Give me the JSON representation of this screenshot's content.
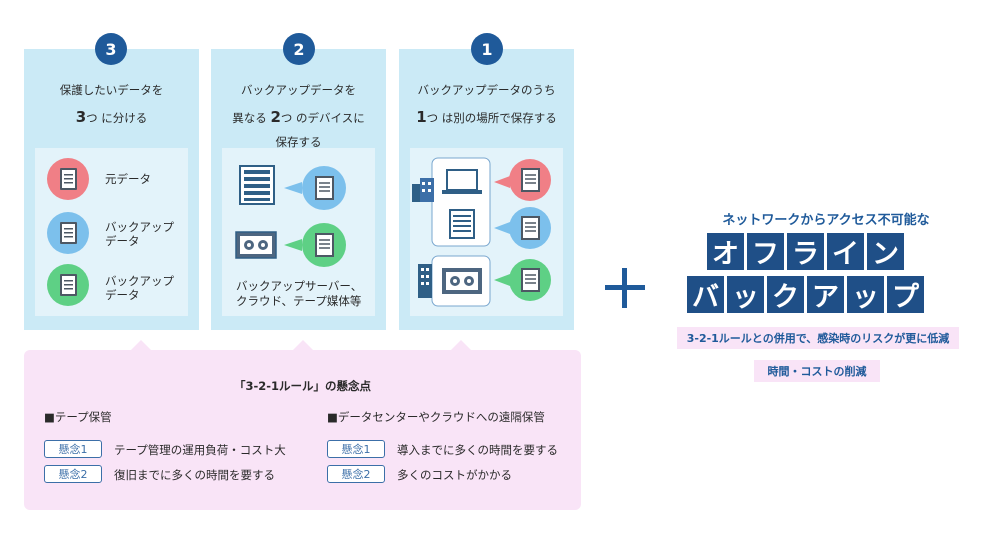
{
  "columns": [
    {
      "badge": "3",
      "line1": "保護したいデータを",
      "line2_num": "3",
      "line2_rest": "つ に分ける",
      "items": [
        "元データ",
        "バックアップ\nデータ",
        "バックアップ\nデータ"
      ]
    },
    {
      "badge": "2",
      "line1": "バックアップデータを",
      "line2_pre": "異なる ",
      "line2_num": "2",
      "line2_rest": "つ のデバイスに",
      "line3": "保存する",
      "caption": "バックアップサーバー、\nクラウド、テープ媒体等"
    },
    {
      "badge": "1",
      "line1": "バックアップデータのうち",
      "line2_num": "1",
      "line2_rest": "つ は別の場所で保存する"
    }
  ],
  "concerns": {
    "title": "「3-2-1ルール」の懸念点",
    "left": {
      "heading": "■テープ保管",
      "items": [
        {
          "tag": "懸念1",
          "text": "テープ管理の運用負荷・コスト大"
        },
        {
          "tag": "懸念2",
          "text": "復旧までに多くの時間を要する"
        }
      ]
    },
    "right": {
      "heading": "■データセンターやクラウドへの遠隔保管",
      "items": [
        {
          "tag": "懸念1",
          "text": "導入までに多くの時間を要する"
        },
        {
          "tag": "懸念2",
          "text": "多くのコストがかかる"
        }
      ]
    }
  },
  "offline": {
    "title": "ネットワークからアクセス不可能な",
    "row1": [
      "オ",
      "フ",
      "ラ",
      "イ",
      "ン"
    ],
    "row2": [
      "バ",
      "ッ",
      "ク",
      "ア",
      "ッ",
      "プ"
    ],
    "sub1": "3-2-1ルールとの併用で、感染時のリスクが更に低減",
    "sub2": "時間・コストの削減"
  }
}
